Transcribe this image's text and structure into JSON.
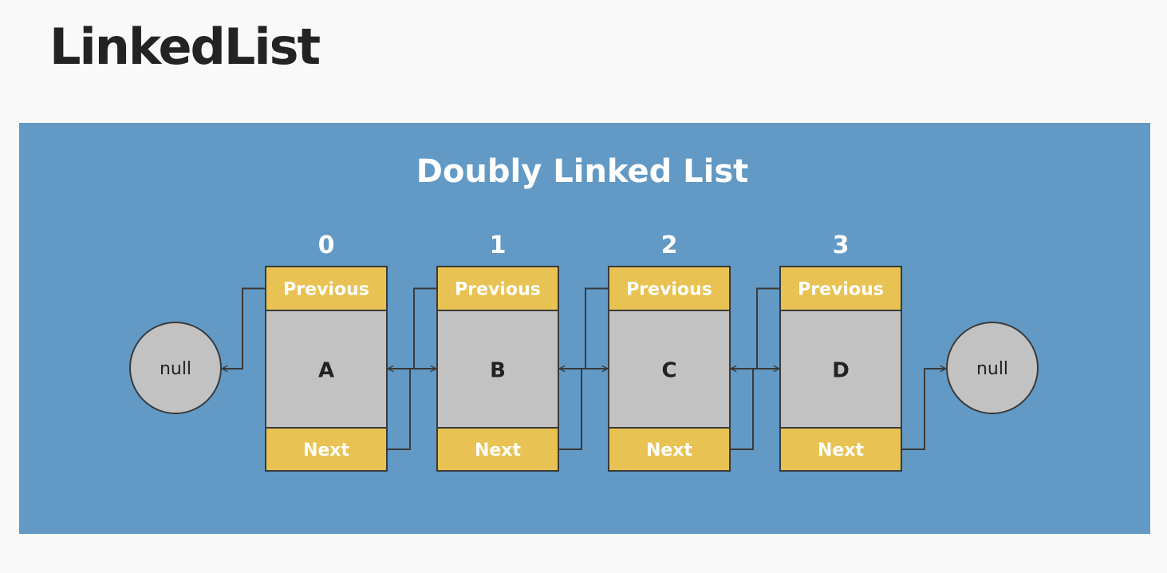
{
  "page_title": "LinkedList",
  "diagram": {
    "title": "Doubly Linked List",
    "nodes": [
      {
        "index": "0",
        "previous_label": "Previous",
        "value": "A",
        "next_label": "Next"
      },
      {
        "index": "1",
        "previous_label": "Previous",
        "value": "B",
        "next_label": "Next"
      },
      {
        "index": "2",
        "previous_label": "Previous",
        "value": "C",
        "next_label": "Next"
      },
      {
        "index": "3",
        "previous_label": "Previous",
        "value": "D",
        "next_label": "Next"
      }
    ],
    "head_null": "null",
    "tail_null": "null"
  },
  "colors": {
    "page_background": "#f9f9f9",
    "panel_background": "#6299c5",
    "pointer_cell": "#e8c252",
    "value_cell": "#c2c2c2",
    "null_circle": "#c2c2c2",
    "outline": "#3a3a3a",
    "title_text": "#232323",
    "panel_text": "#ffffff"
  }
}
